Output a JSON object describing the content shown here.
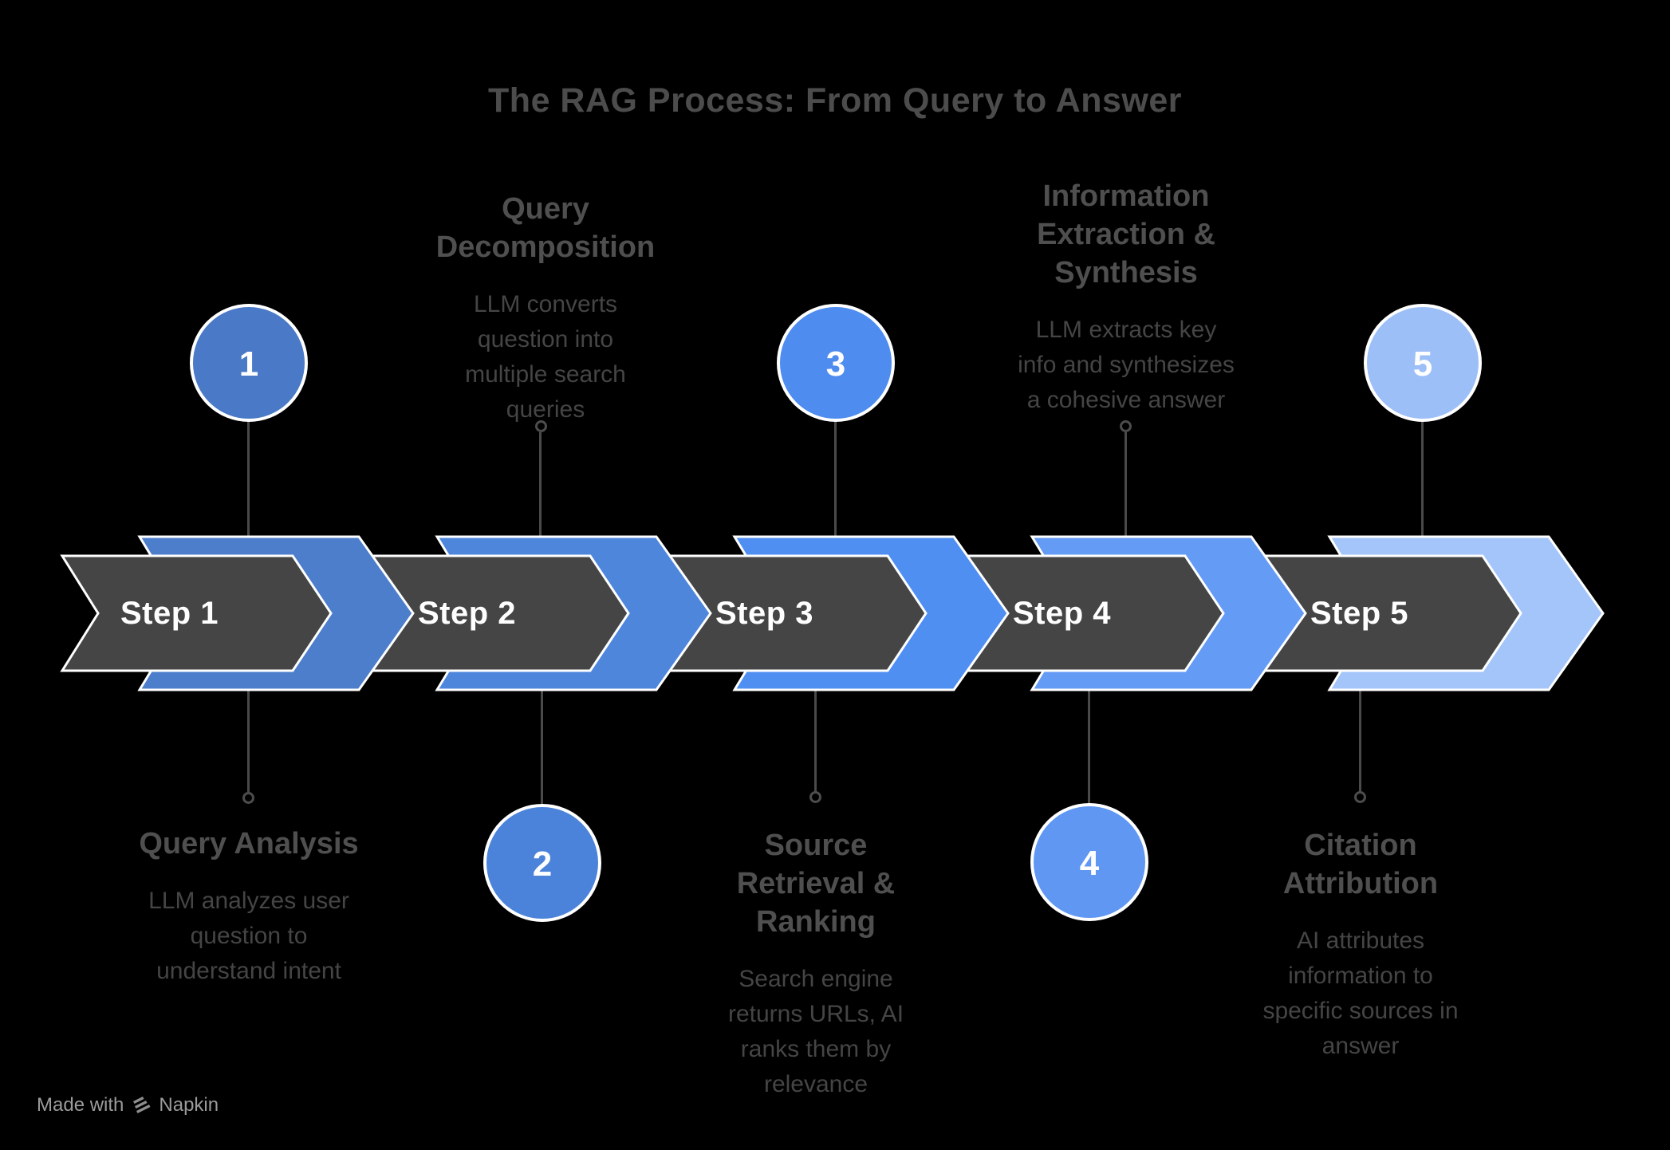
{
  "title": "The RAG Process: From Query to Answer",
  "steps": [
    {
      "label": "Step 1",
      "number": "1",
      "detail_side": "bottom",
      "heading": "Query Analysis",
      "description": "LLM analyzes user question to understand intent",
      "chevron_color": "#4d7ecb",
      "circle_color": "#4a7ac7"
    },
    {
      "label": "Step 2",
      "number": "2",
      "detail_side": "top",
      "heading": "Query Decomposition",
      "description": "LLM converts question into multiple search queries",
      "chevron_color": "#4e86dc",
      "circle_color": "#4c83da"
    },
    {
      "label": "Step 3",
      "number": "3",
      "detail_side": "bottom",
      "heading": "Source Retrieval & Ranking",
      "description": "Search engine returns URLs, AI ranks them by relevance",
      "chevron_color": "#4f8ff2",
      "circle_color": "#4e8cf0"
    },
    {
      "label": "Step 4",
      "number": "4",
      "detail_side": "top",
      "heading": "Information Extraction & Synthesis",
      "description": "LLM extracts key info and synthesizes a cohesive answer",
      "chevron_color": "#649bf5",
      "circle_color": "#5f97f3"
    },
    {
      "label": "Step 5",
      "number": "5",
      "detail_side": "bottom",
      "heading": "Citation Attribution",
      "description": "AI attributes information to specific sources in answer",
      "chevron_color": "#a3c5fa",
      "circle_color": "#9dbff8"
    }
  ],
  "colors": {
    "background": "#000000",
    "chevron_body": "#454545",
    "chevron_outline": "#ffffff",
    "connector": "#4a4a4a",
    "title_text": "#4c4c4c",
    "heading_text": "#4f4f4f",
    "body_text": "#454545",
    "step_label_text": "#ffffff",
    "footer_text": "#9b9b9b"
  },
  "footer": {
    "made_with": "Made with",
    "brand": "Napkin"
  }
}
